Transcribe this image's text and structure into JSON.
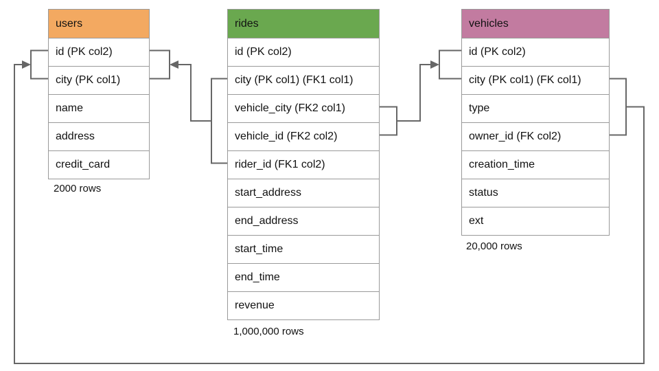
{
  "diagram": {
    "connector_color": "#666666",
    "border_color": "#999999",
    "tables": [
      {
        "name": "users",
        "header_color": "#f3a961",
        "columns": [
          "id (PK col2)",
          "city (PK col1)",
          "name",
          "address",
          "credit_card"
        ],
        "row_count_label": "2000 rows"
      },
      {
        "name": "rides",
        "header_color": "#6aa84f",
        "columns": [
          "id (PK col2)",
          "city (PK col1) (FK1 col1)",
          "vehicle_city (FK2 col1)",
          "vehicle_id (FK2 col2)",
          "rider_id (FK1 col2)",
          "start_address",
          "end_address",
          "start_time",
          "end_time",
          "revenue"
        ],
        "row_count_label": "1,000,000 rows"
      },
      {
        "name": "vehicles",
        "header_color": "#c27ba0",
        "columns": [
          "id (PK col2)",
          "city (PK col1) (FK col1)",
          "type",
          "owner_id (FK col2)",
          "creation_time",
          "status",
          "ext"
        ],
        "row_count_label": "20,000 rows"
      }
    ],
    "relationships": [
      {
        "label": "FK1",
        "from_table": "rides",
        "from_columns": "city, rider_id",
        "to_table": "users",
        "to_columns": "city, id"
      },
      {
        "label": "FK2",
        "from_table": "rides",
        "from_columns": "vehicle_city, vehicle_id",
        "to_table": "vehicles",
        "to_columns": "id, city"
      },
      {
        "label": "FK",
        "from_table": "vehicles",
        "from_columns": "city, owner_id",
        "to_table": "users",
        "to_columns": "city, id"
      }
    ]
  }
}
